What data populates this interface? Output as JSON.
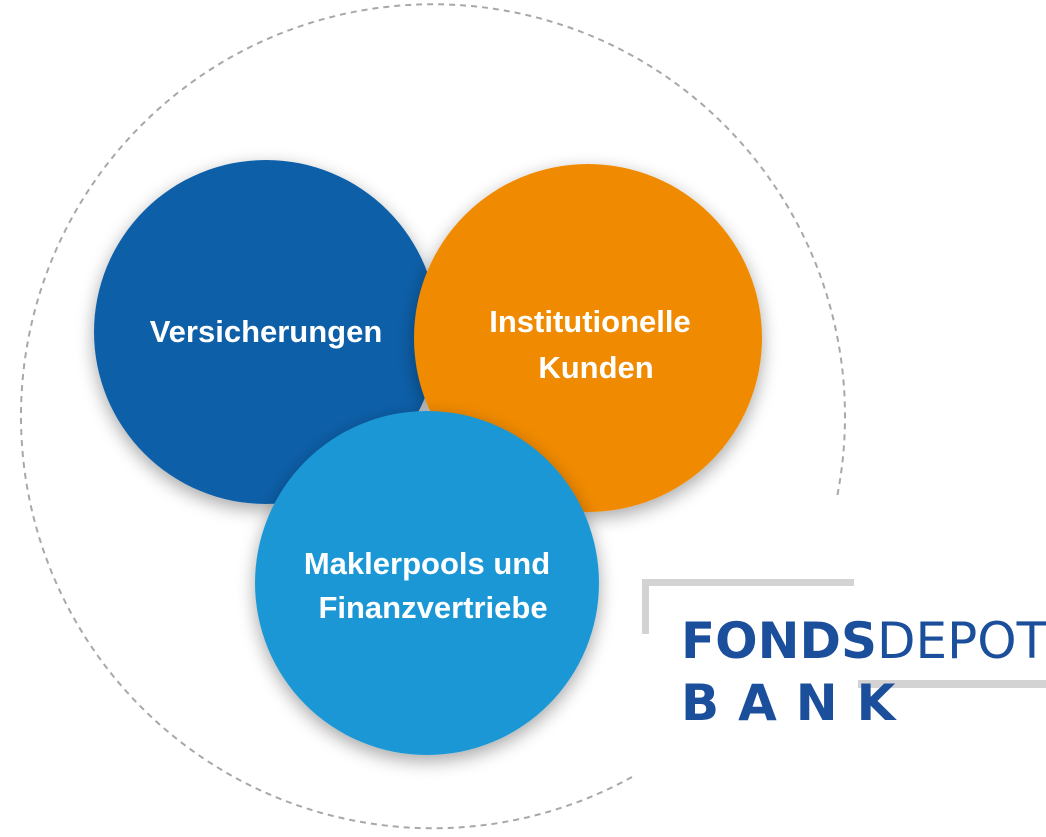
{
  "colors": {
    "versicherungen": "#0b5fa8",
    "institutionelle": "#f08a00",
    "makler": "#1a97d5",
    "logo_text": "#1b4f9c",
    "logo_bar": "#d3d3d3",
    "dashed_ring": "#a8a8a8"
  },
  "circles": [
    {
      "id": "versicherungen",
      "lines": [
        "Versicherungen"
      ]
    },
    {
      "id": "institutionelle",
      "lines": [
        "Institutionelle",
        "Kunden"
      ]
    },
    {
      "id": "makler",
      "lines": [
        "Maklerpools und",
        "Finanzvertriebe"
      ]
    }
  ],
  "logo": {
    "word_bold": "FONDS",
    "word_light": "DEPOT",
    "word_bank": "BANK"
  }
}
